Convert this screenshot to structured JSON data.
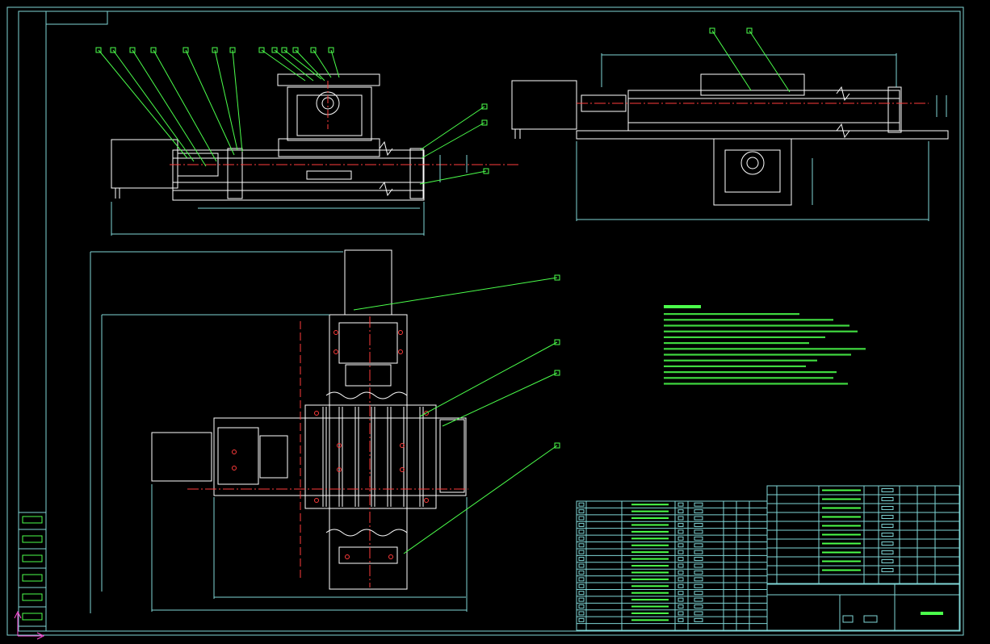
{
  "colors": {
    "background": "#000000",
    "frame": "#7fd6d6",
    "part": "#ffffff",
    "centerline": "#ff3b3b",
    "leader": "#4bff4b",
    "dimension": "#7fd6d6",
    "text_green": "#4bff4b",
    "ucs": "#ff4bd7"
  },
  "drawing": {
    "front_view": {
      "balloon_count": 16
    },
    "side_view": {
      "balloon_count": 2
    },
    "plan_view": {
      "balloon_count": 4
    },
    "notes_line_count": 13,
    "parts_list_rows": 19,
    "title_block_rows": 11
  },
  "ucs_icon": "ucs-axis-icon"
}
